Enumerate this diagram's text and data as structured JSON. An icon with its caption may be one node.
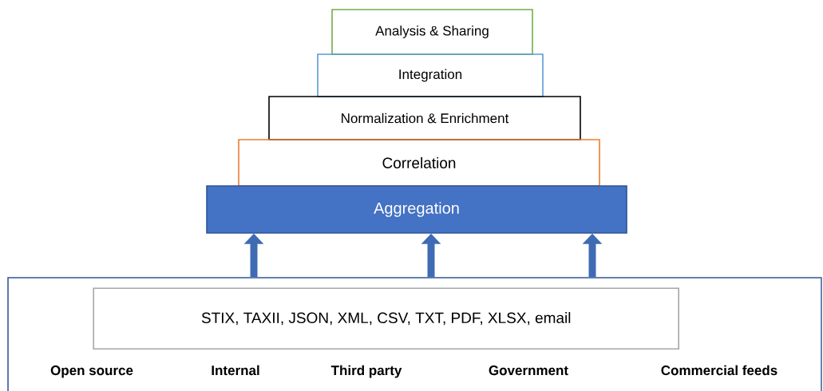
{
  "diagram": {
    "nodes": [
      {
        "text": [
          "Analysis & Sharing"
        ]
      },
      {
        "text": [
          "Integration"
        ]
      },
      {
        "text": [
          "Normalization & Enrichment"
        ]
      },
      {
        "text": [
          "Correlation"
        ]
      },
      {
        "text": [
          "Aggregation"
        ]
      },
      {
        "text": [],
        "shape": "box"
      },
      {
        "text": [
          "STIX, TAXII, JSON, XML, CSV, TXT, PDF, XLSX, email"
        ],
        "in": 5
      }
    ],
    "edges": [
      {
        "from": 5,
        "to": 4,
        "arrow": "to"
      },
      {
        "from": 5,
        "to": 4,
        "arrow": "to"
      },
      {
        "from": 5,
        "to": 4,
        "arrow": "to"
      }
    ],
    "labels": [
      "Open source",
      "Internal",
      "Third party",
      "Government",
      "Commercial feeds"
    ]
  }
}
